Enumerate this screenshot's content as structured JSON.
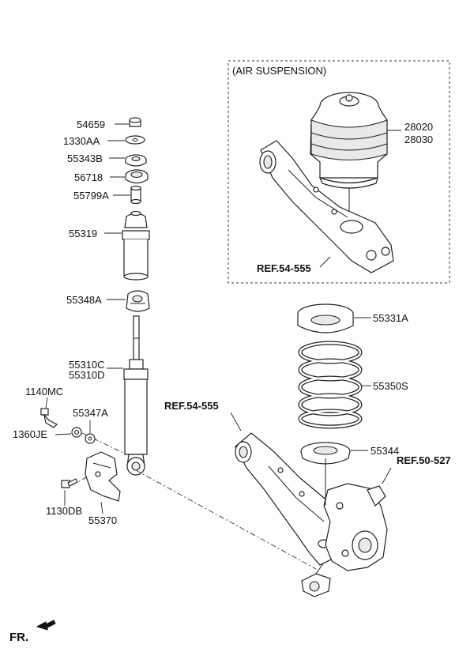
{
  "air_suspension_title": "(AIR SUSPENSION)",
  "parts": {
    "p54659": "54659",
    "p1330AA": "1330AA",
    "p55343B": "55343B",
    "p56718": "56718",
    "p55799A": "55799A",
    "p55319": "55319",
    "p55348A": "55348A",
    "p55310C": "55310C",
    "p55310D": "55310D",
    "p1140MC": "1140MC",
    "p55347A": "55347A",
    "p1360JE": "1360JE",
    "p1130DB": "1130DB",
    "p55370": "55370",
    "p28020": "28020",
    "p28030": "28030",
    "p55331A": "55331A",
    "p55350S": "55350S",
    "p55344": "55344"
  },
  "refs": {
    "ref_air": "REF.54-555",
    "ref_arm": "REF.54-555",
    "ref_knuckle": "REF.50-527"
  },
  "direction_label": "FR."
}
